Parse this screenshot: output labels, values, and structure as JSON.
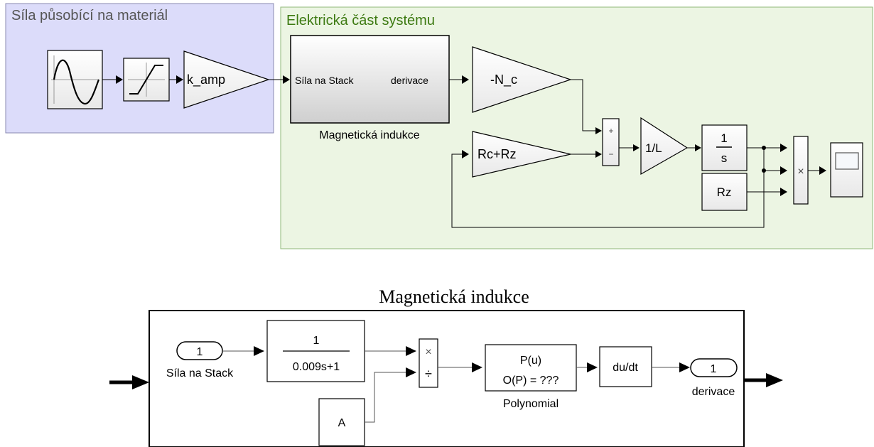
{
  "top_diagram": {
    "force_area": {
      "title": "Síla působící na materiál",
      "color": "#dcdcfa"
    },
    "electric_area": {
      "title": "Elektrická část systému",
      "color": "#ecf5e3",
      "title_color": "#3d7a12"
    },
    "blocks": {
      "gain_amp": "k_amp",
      "subsystem_in": "Síla na Stack",
      "subsystem_out": "derivace",
      "subsystem_caption": "Magnetická indukce",
      "gain_nc": "-N_c",
      "gain_r": "Rc+Rz",
      "sum_plus": "+",
      "sum_minus": "−",
      "gain_l": "1/L",
      "integrator_num": "1",
      "integrator_den": "s",
      "const_rz": "Rz",
      "product_sign": "×"
    }
  },
  "bottom_diagram": {
    "title": "Magnetická indukce",
    "inport_num": "1",
    "inport_label": "Síla na Stack",
    "tf_num": "1",
    "tf_den": "0.009s+1",
    "divide_top": "×",
    "divide_bottom": "÷",
    "const_a": "A",
    "poly_line1": "P(u)",
    "poly_line2": "O(P) = ???",
    "poly_caption": "Polynomial",
    "deriv": "du/dt",
    "outport_num": "1",
    "outport_label": "derivace"
  }
}
